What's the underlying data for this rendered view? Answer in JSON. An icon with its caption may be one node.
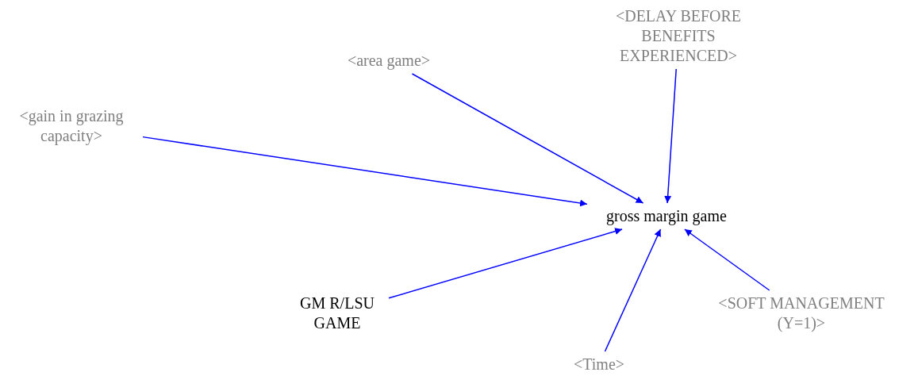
{
  "diagram": {
    "nodes": [
      {
        "text": [
          "gross margin game"
        ]
      },
      {
        "text": [
          "<area game>"
        ]
      },
      {
        "text": [
          "<DELAY BEFORE BENEFITS EXPERIENCED>"
        ]
      },
      {
        "text": [
          "<gain in grazing capacity>"
        ]
      },
      {
        "text": [
          "GM R/LSU GAME"
        ]
      },
      {
        "text": [
          "<Time>"
        ]
      },
      {
        "text": [
          "<SOFT MANAGEMENT (Y=1)>"
        ]
      }
    ],
    "edges": [
      {
        "from": 1,
        "to": 0,
        "arrow": "to"
      },
      {
        "from": 2,
        "to": 0,
        "arrow": "to"
      },
      {
        "from": 3,
        "to": 0,
        "arrow": "to"
      },
      {
        "from": 4,
        "to": 0,
        "arrow": "to"
      },
      {
        "from": 5,
        "to": 0,
        "arrow": "to"
      },
      {
        "from": 6,
        "to": 0,
        "arrow": "to"
      }
    ]
  }
}
